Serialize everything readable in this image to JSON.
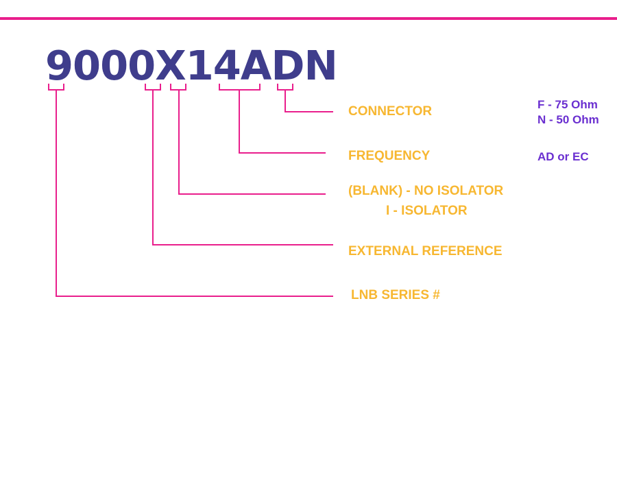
{
  "part_number": "9000X14ADN",
  "labels": {
    "connector": "CONNECTOR",
    "frequency": "FREQUENCY",
    "isolator_blank": "(BLANK) - NO ISOLATOR",
    "isolator_i": "I - ISOLATOR",
    "external_reference": "EXTERNAL REFERENCE",
    "lnb_series": "LNB SERIES #"
  },
  "options": {
    "connector_f": "F - 75 Ohm",
    "connector_n": "N - 50 Ohm",
    "frequency": "AD or EC"
  },
  "colors": {
    "accent_line": "#e91e8c",
    "part_number": "#3f3d8c",
    "label": "#f7b731",
    "option": "#6a2fd0"
  }
}
